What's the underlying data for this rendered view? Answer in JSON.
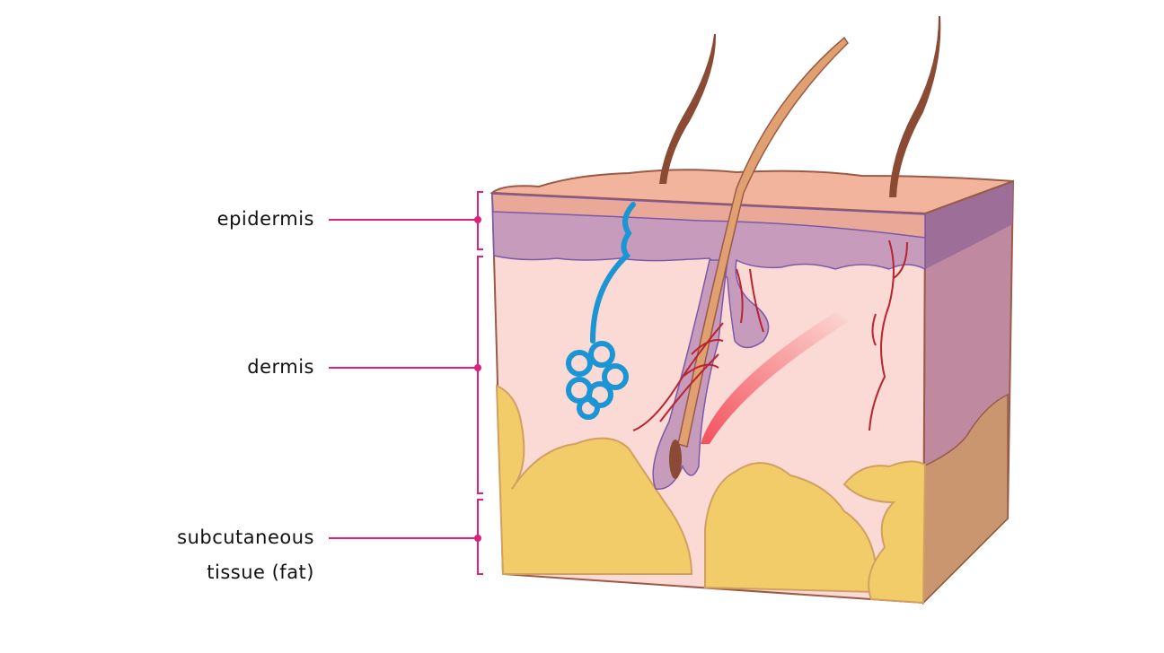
{
  "labels": {
    "epidermis": "epidermis",
    "dermis": "dermis",
    "subcutaneous_line1": "subcutaneous",
    "subcutaneous_line2": "tissue (fat)"
  },
  "colors": {
    "leader": "#e0217a",
    "epidermis_surface": "#f2b49c",
    "epidermis_purple": "#c79bbc",
    "dermis": "#fbd9d4",
    "fat": "#f3cc6a",
    "outline": "#9a5a48",
    "sweat_gland": "#1b95d4",
    "hair_dark": "#8a4a33",
    "hair_light": "#e0a070",
    "vessel": "#b8242f",
    "muscle": "#f25a62"
  }
}
